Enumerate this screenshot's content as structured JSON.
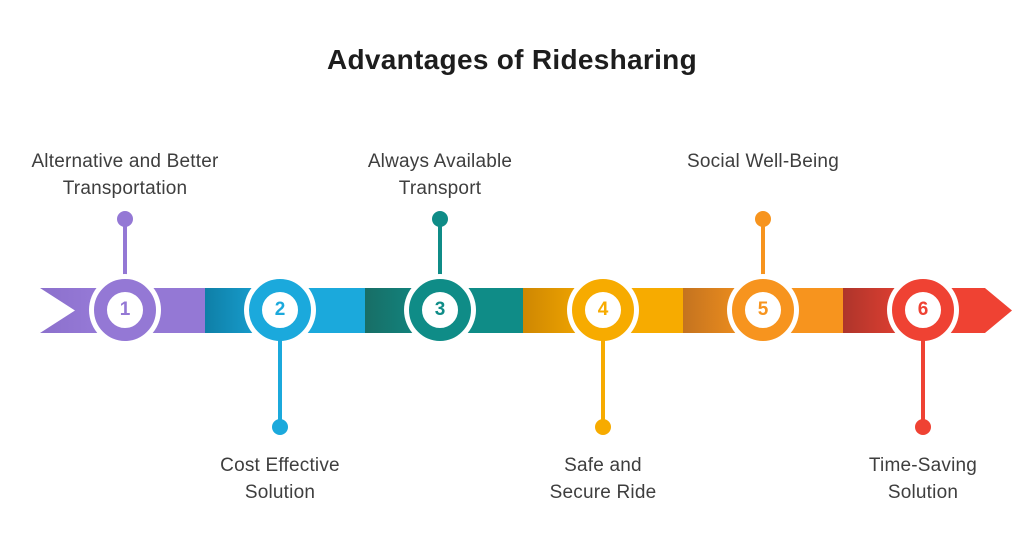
{
  "title": "Advantages of Ridesharing",
  "colors": {
    "background": "#FFFFFF",
    "title_text": "#1D1D1D",
    "label_text": "#3E3E3E"
  },
  "items": [
    {
      "number": "1",
      "label": "Alternative and Better Transportation",
      "label_lines": [
        "Alternative and Better",
        "Transportation"
      ],
      "label_position": "top",
      "color": "#9478D5",
      "color_dark": "#8C70CC"
    },
    {
      "number": "2",
      "label": "Cost Effective Solution",
      "label_lines": [
        "Cost Effective",
        "Solution"
      ],
      "label_position": "bottom",
      "color": "#1BA9DC",
      "color_dark": "#0F7FA7"
    },
    {
      "number": "3",
      "label": "Always Available Transport",
      "label_lines": [
        "Always Available",
        "Transport"
      ],
      "label_position": "top",
      "color": "#0F8C87",
      "color_dark": "#186E66"
    },
    {
      "number": "4",
      "label": "Safe and Secure Ride",
      "label_lines": [
        "Safe and",
        "Secure Ride"
      ],
      "label_position": "bottom",
      "color": "#F7AB00",
      "color_dark": "#CE8702"
    },
    {
      "number": "5",
      "label": "Social Well-Being",
      "label_lines": [
        "Social Well-Being"
      ],
      "label_position": "top",
      "color": "#F7941E",
      "color_dark": "#C4731F"
    },
    {
      "number": "6",
      "label": "Time-Saving Solution",
      "label_lines": [
        "Time-Saving",
        "Solution"
      ],
      "label_position": "bottom",
      "color": "#EF4233",
      "color_dark": "#AE352B"
    }
  ]
}
